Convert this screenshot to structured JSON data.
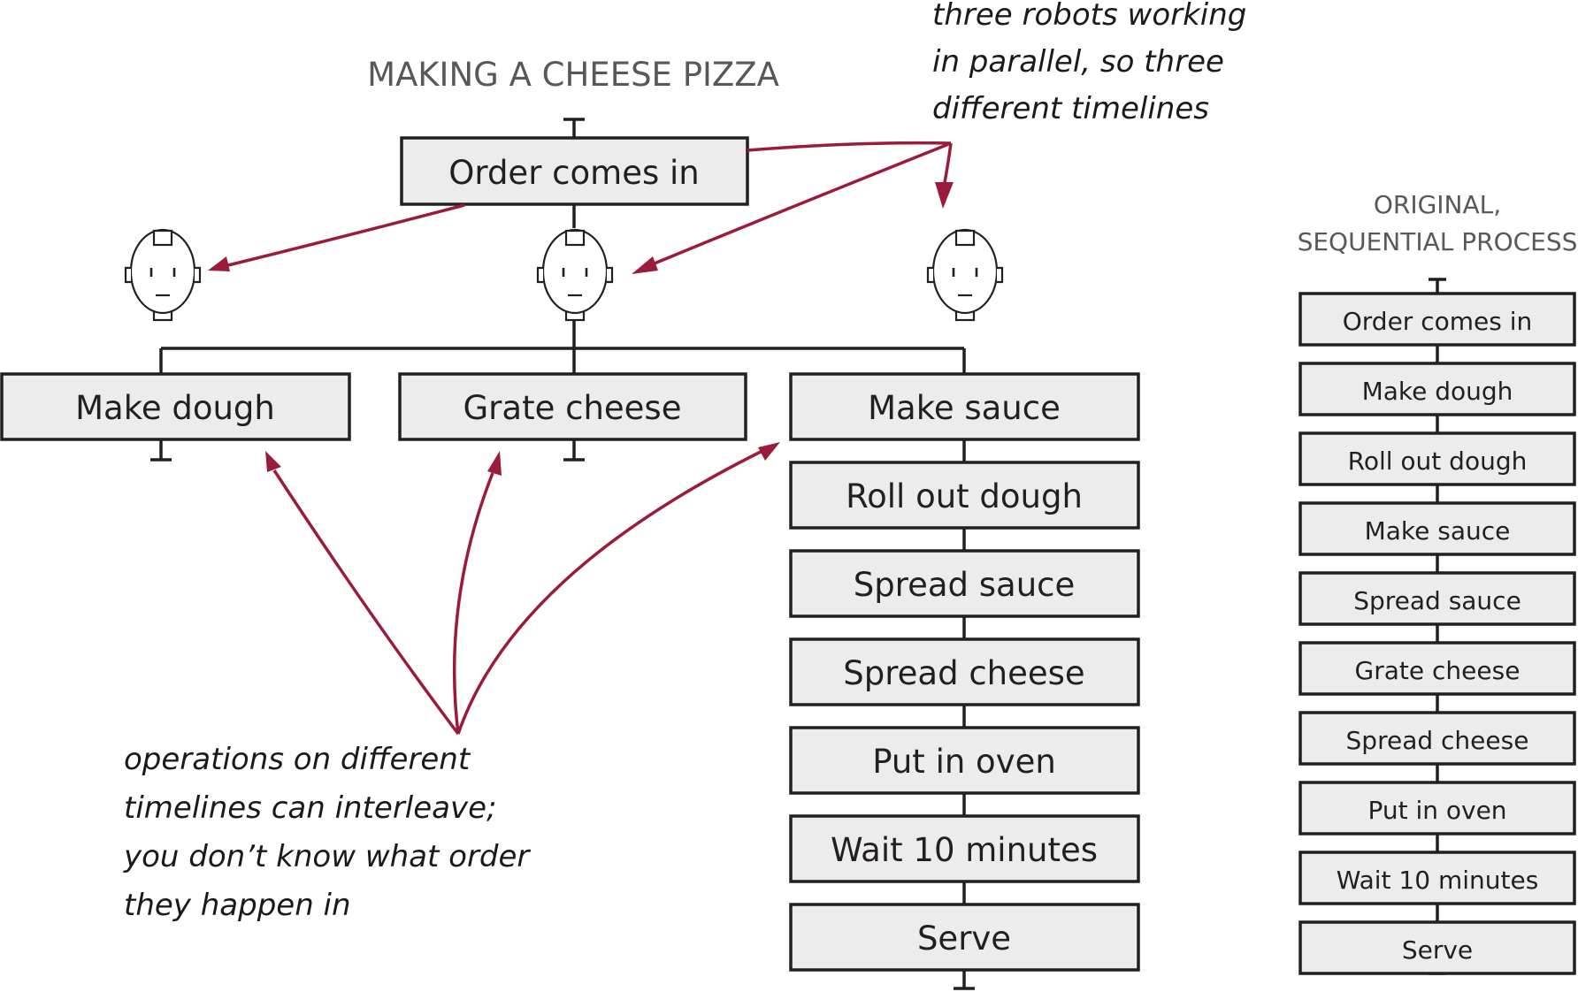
{
  "main": {
    "title": "MAKING A CHEESE PIZZA",
    "order_box": "Order comes in",
    "timeline_1": [
      "Make dough"
    ],
    "timeline_2": [
      "Grate cheese"
    ],
    "timeline_3": [
      "Make sauce",
      "Roll out dough",
      "Spread sauce",
      "Spread cheese",
      "Put in oven",
      "Wait 10 minutes",
      "Serve"
    ]
  },
  "annotations": {
    "robots_note": [
      "three robots working",
      "in parallel, so three",
      "different timelines"
    ],
    "interleave_note": [
      "operations on different",
      "timelines can interleave;",
      "you don’t know what order",
      "they happen in"
    ]
  },
  "sequential": {
    "title": [
      "ORIGINAL,",
      "SEQUENTIAL PROCESS"
    ],
    "steps": [
      "Order comes in",
      "Make dough",
      "Roll out dough",
      "Make sauce",
      "Spread sauce",
      "Grate cheese",
      "Spread cheese",
      "Put in oven",
      "Wait 10 minutes",
      "Serve"
    ]
  },
  "colors": {
    "box_fill": "#ececed",
    "box_stroke": "#231f20",
    "annotation_arrow": "#9b1b3b",
    "title_text": "#585858"
  },
  "icons": [
    "robot-head-icon"
  ]
}
